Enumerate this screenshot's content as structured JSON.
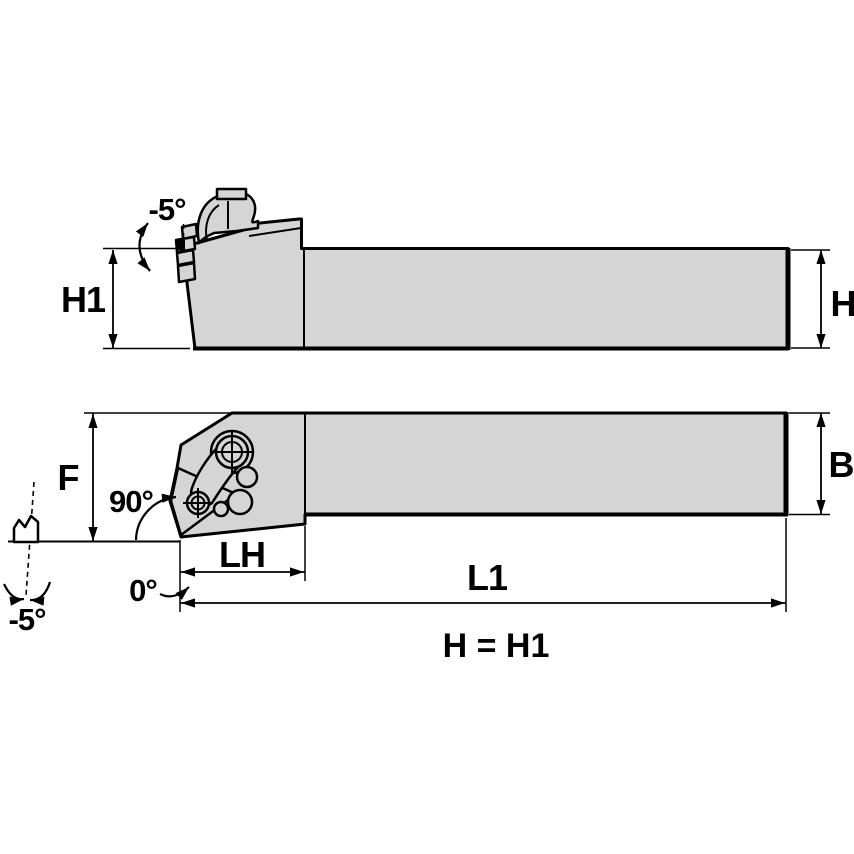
{
  "drawing": {
    "note": "H = H1",
    "colors": {
      "body_fill": "#d5d5d5",
      "line_color": "#000000",
      "background": "#ffffff"
    },
    "side_view": {
      "name": "toolholder-side-elevation",
      "labels": {
        "height_shank": "H1",
        "height_tip": "H",
        "rake_angle": "-5°"
      }
    },
    "plan_view": {
      "name": "toolholder-top-plan",
      "labels": {
        "functional_width": "F",
        "shank_width": "B",
        "head_length": "LH",
        "overall_length": "L1",
        "lead_angle": "90°",
        "side_angle": "0°",
        "inclination_angle": "-5°"
      }
    }
  }
}
